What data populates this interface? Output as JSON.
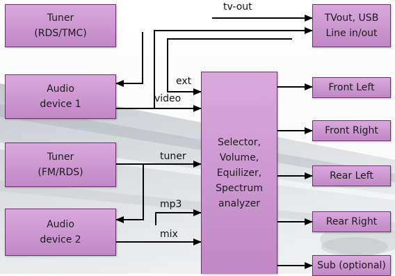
{
  "colors": {
    "box_fill": "#c98ecf",
    "box_border": "#6e2f6e",
    "wire": "#000000"
  },
  "blocks": {
    "tuner_rds_tmc": "Tuner\n(RDS/TMC)",
    "audio_device_1": "Audio\ndevice 1",
    "tuner_fm_rds": "Tuner\n(FM/RDS)",
    "audio_device_2": "Audio\ndevice 2",
    "processor": "Selector,\nVolume,\nEquilizer,\nSpectrum\nanalyzer",
    "tvout_usb": "TVout, USB\nLine in/out"
  },
  "outputs": [
    "Front Left",
    "Front Right",
    "Rear Left",
    "Rear Right",
    "Sub (optional)"
  ],
  "signals": {
    "tv_out": "tv-out",
    "ext": "ext",
    "video": "video",
    "tuner": "tuner",
    "mp3": "mp3",
    "mix": "mix"
  }
}
